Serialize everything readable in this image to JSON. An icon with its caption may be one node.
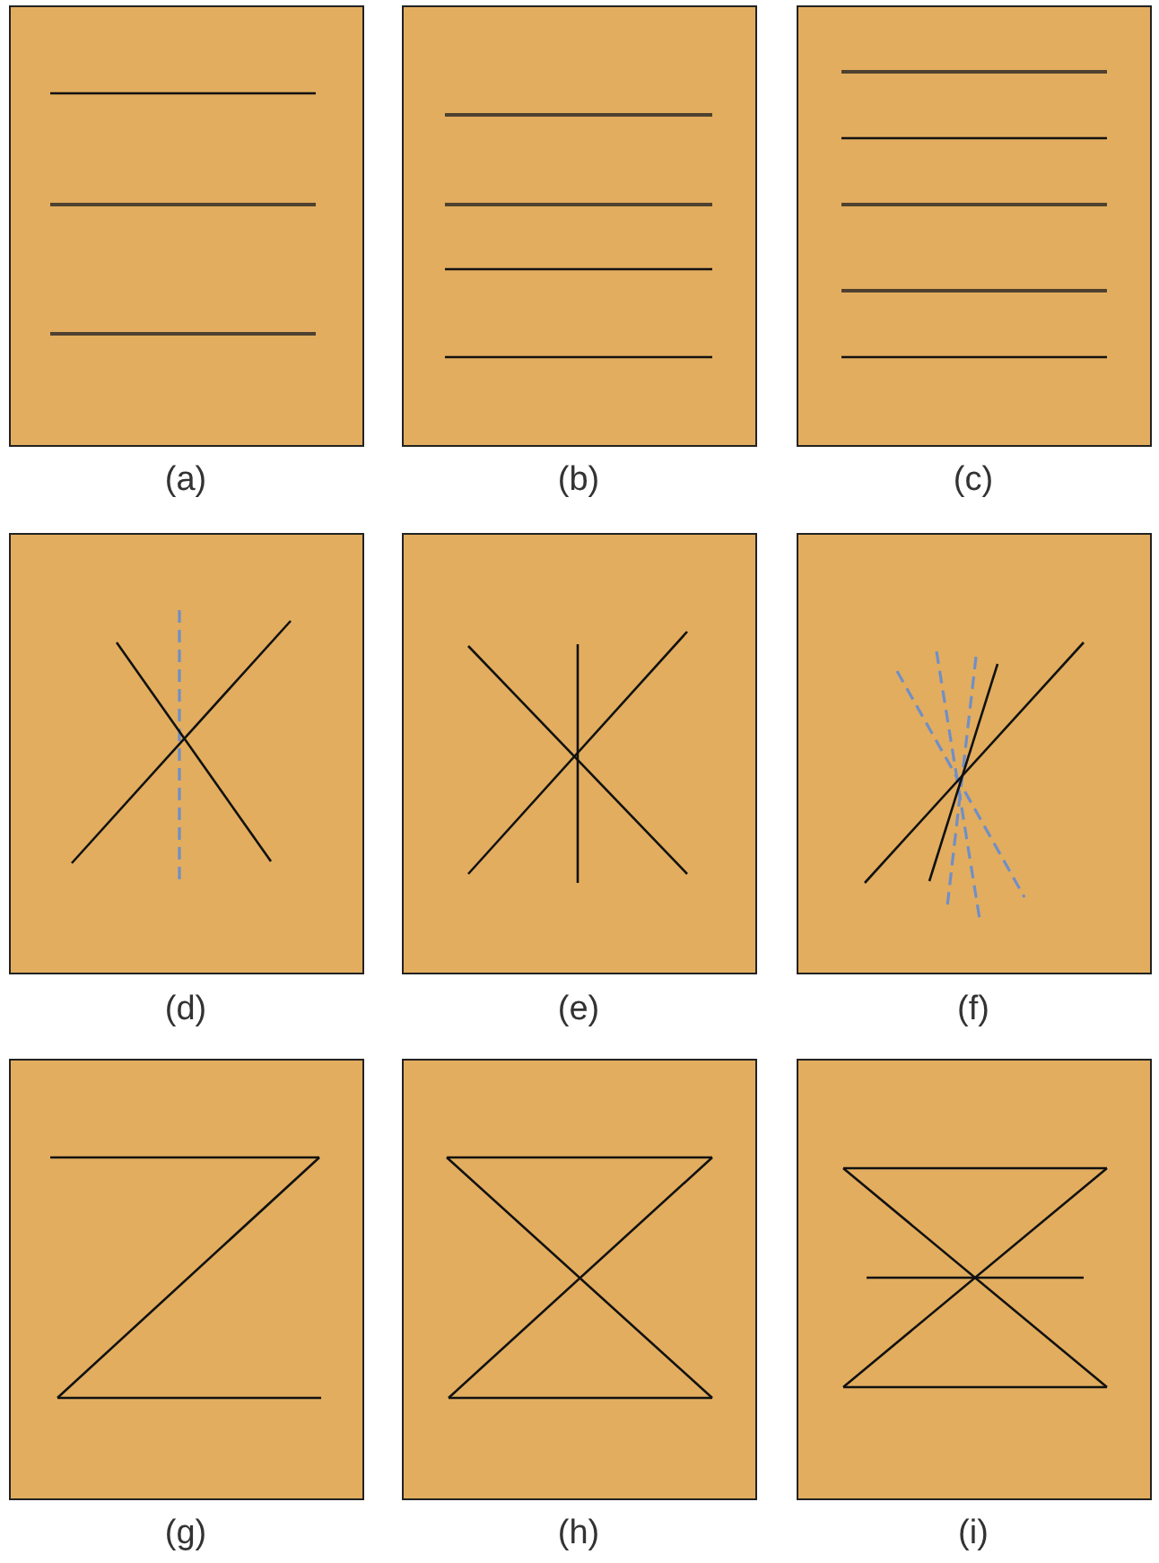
{
  "diagram": {
    "labels": [
      "(a)",
      "(b)",
      "(c)",
      "(d)",
      "(e)",
      "(f)",
      "(g)",
      "(h)",
      "(i)"
    ]
  }
}
